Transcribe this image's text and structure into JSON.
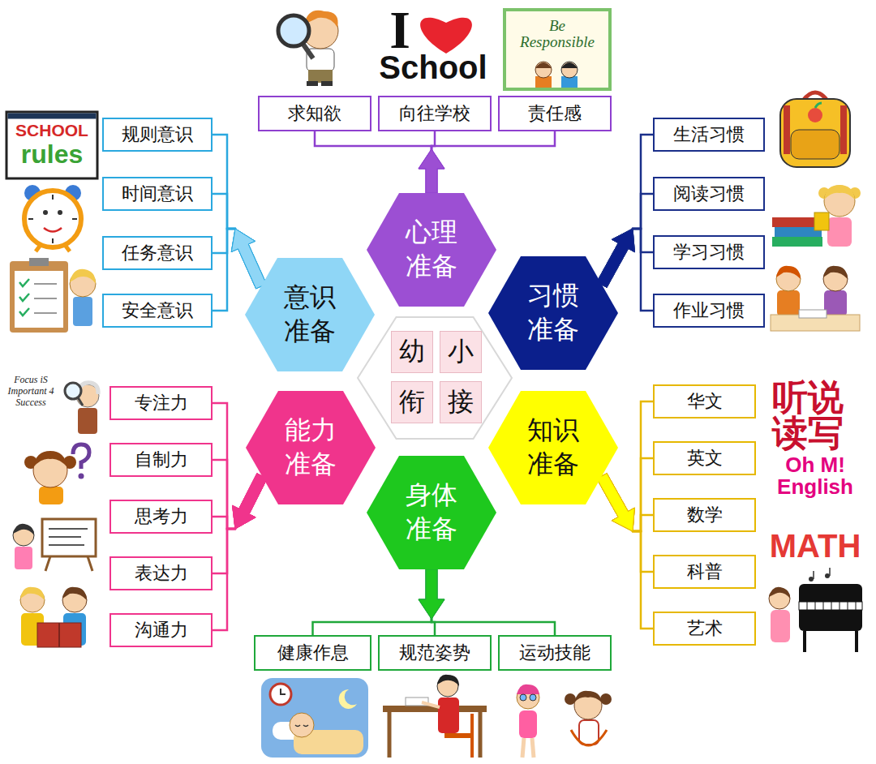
{
  "diagram": {
    "nodes": [
      {
        "text": [
          "求知欲"
        ]
      },
      {
        "text": [
          "向往学校"
        ]
      },
      {
        "text": [
          "责任感"
        ]
      },
      {
        "text": [
          "规则意识"
        ]
      },
      {
        "text": [
          "时间意识"
        ]
      },
      {
        "text": [
          "任务意识"
        ]
      },
      {
        "text": [
          "安全意识"
        ]
      },
      {
        "text": [
          "生活习惯"
        ]
      },
      {
        "text": [
          "阅读习惯"
        ]
      },
      {
        "text": [
          "学习习惯"
        ]
      },
      {
        "text": [
          "作业习惯"
        ]
      },
      {
        "text": [
          "心理 准备"
        ]
      },
      {
        "text": [
          "意识 准备"
        ]
      },
      {
        "text": [
          "习惯 准备"
        ]
      },
      {
        "text": [
          "幼"
        ]
      },
      {
        "text": [
          "小"
        ]
      },
      {
        "text": [
          "衔"
        ]
      },
      {
        "text": [
          "接"
        ]
      },
      {
        "text": [
          "能力 准备"
        ]
      },
      {
        "text": [
          "知识 准备"
        ]
      },
      {
        "text": [
          "身体 准备"
        ]
      },
      {
        "text": [
          "专注力"
        ]
      },
      {
        "text": [
          "自制力"
        ]
      },
      {
        "text": [
          "思考力"
        ]
      },
      {
        "text": [
          "表达力"
        ]
      },
      {
        "text": [
          "沟通力"
        ]
      },
      {
        "text": [
          "华文"
        ]
      },
      {
        "text": [
          "英文"
        ]
      },
      {
        "text": [
          "数学"
        ]
      },
      {
        "text": [
          "科普"
        ]
      },
      {
        "text": [
          "艺术"
        ]
      },
      {
        "text": [
          "健康作息"
        ]
      },
      {
        "text": [
          "规范姿势"
        ]
      },
      {
        "text": [
          "运动技能"
        ]
      }
    ],
    "edges": [
      {
        "from": 11,
        "to": 0,
        "arrow": "to"
      },
      {
        "from": 11,
        "to": 1,
        "arrow": "to"
      },
      {
        "from": 11,
        "to": 2,
        "arrow": "to"
      },
      {
        "from": 12,
        "to": 3,
        "arrow": "to"
      },
      {
        "from": 12,
        "to": 4,
        "arrow": "to"
      },
      {
        "from": 12,
        "to": 5,
        "arrow": "to"
      },
      {
        "from": 12,
        "to": 6,
        "arrow": "to"
      },
      {
        "from": 13,
        "to": 7,
        "arrow": "to"
      },
      {
        "from": 13,
        "to": 8,
        "arrow": "to"
      },
      {
        "from": 13,
        "to": 9,
        "arrow": "to"
      },
      {
        "from": 13,
        "to": 10,
        "arrow": "to"
      },
      {
        "from": 18,
        "to": 21,
        "arrow": "to"
      },
      {
        "from": 18,
        "to": 22,
        "arrow": "to"
      },
      {
        "from": 18,
        "to": 23,
        "arrow": "to"
      },
      {
        "from": 18,
        "to": 24,
        "arrow": "to"
      },
      {
        "from": 18,
        "to": 25,
        "arrow": "to"
      },
      {
        "from": 19,
        "to": 26,
        "arrow": "to"
      },
      {
        "from": 19,
        "to": 27,
        "arrow": "to"
      },
      {
        "from": 19,
        "to": 28,
        "arrow": "to"
      },
      {
        "from": 19,
        "to": 29,
        "arrow": "to"
      },
      {
        "from": 19,
        "to": 30,
        "arrow": "to"
      },
      {
        "from": 20,
        "to": 31,
        "arrow": "to"
      },
      {
        "from": 20,
        "to": 32,
        "arrow": "to"
      },
      {
        "from": 20,
        "to": 33,
        "arrow": "to"
      }
    ],
    "labels": [
      "I",
      "School",
      "Be Responsible",
      "SCHOOL",
      "rules",
      "Focus iS Important 4 Success",
      "听说读写",
      "Oh M! English",
      "MATH"
    ]
  }
}
